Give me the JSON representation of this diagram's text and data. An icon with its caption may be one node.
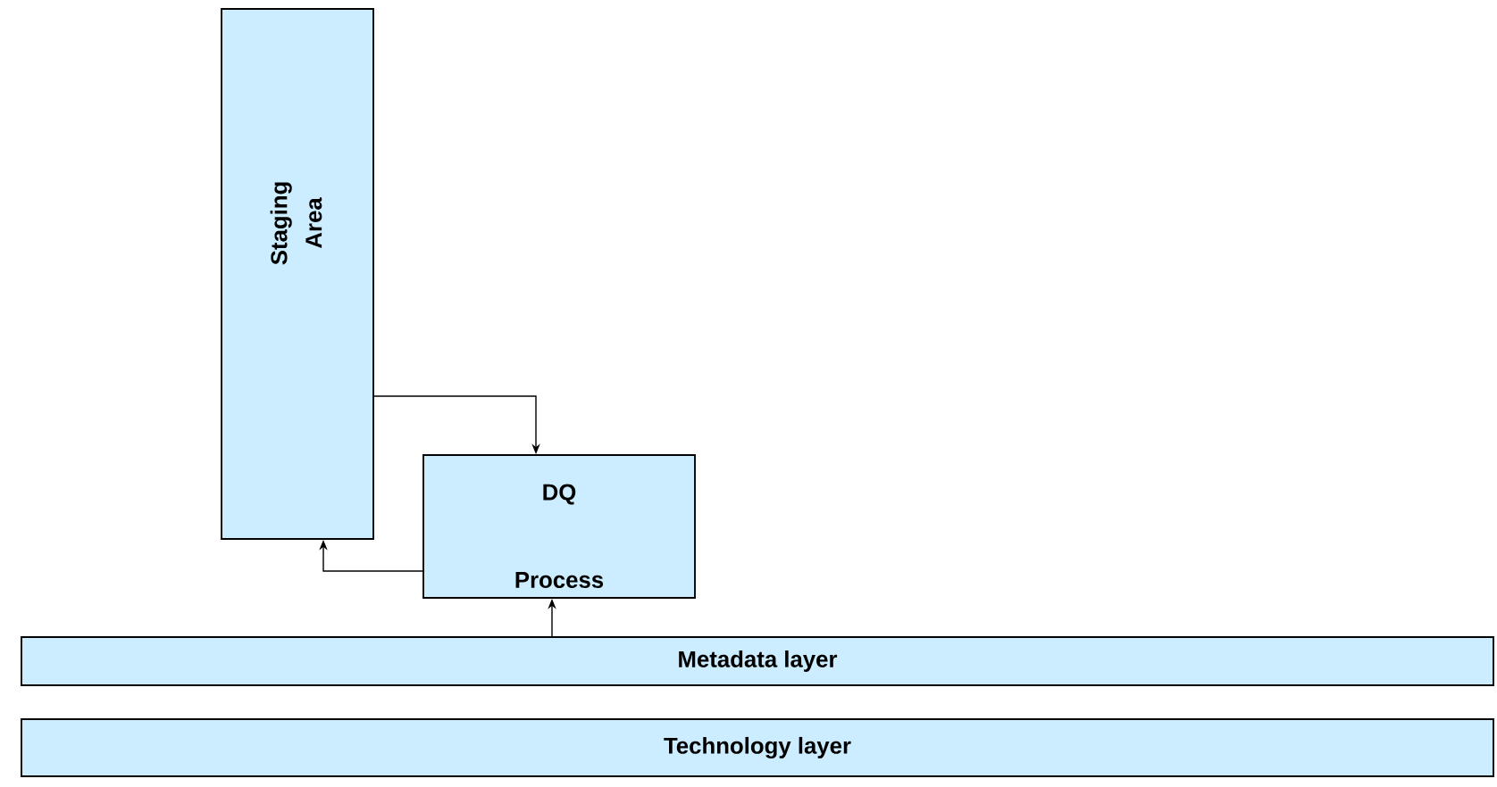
{
  "diagram": {
    "nodes": [
      {
        "text": [
          "Staging",
          "Area"
        ]
      },
      {
        "text": [
          "DQ",
          "Process"
        ]
      },
      {
        "text": [
          "Metadata layer"
        ]
      },
      {
        "text": [
          "Technology layer"
        ]
      }
    ],
    "edges": [
      {
        "from": 0,
        "to": 1,
        "arrow": "to"
      },
      {
        "from": 1,
        "to": 0,
        "arrow": "to"
      },
      {
        "from": 2,
        "to": 1,
        "arrow": "to"
      }
    ]
  }
}
